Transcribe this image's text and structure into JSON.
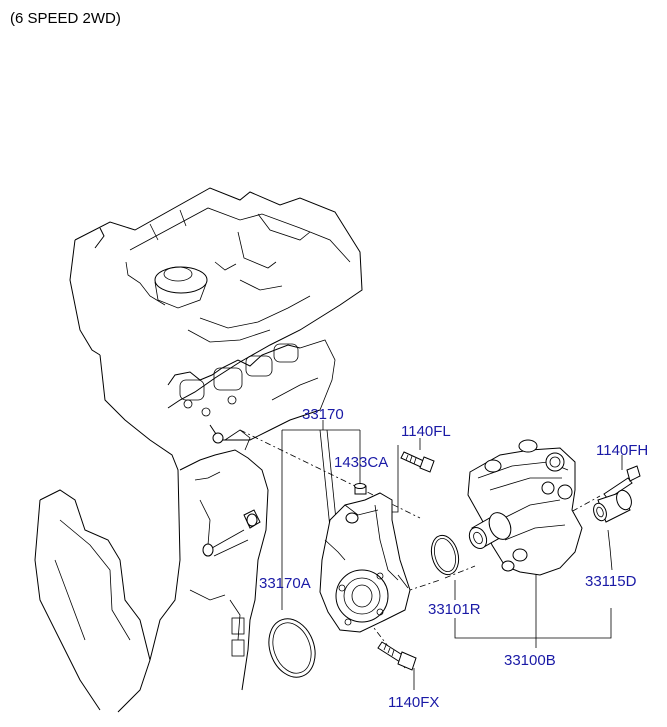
{
  "title": "(6 SPEED 2WD)",
  "labels": {
    "p33170": "33170",
    "p1140FL": "1140FL",
    "p1433CA": "1433CA",
    "p1140FH": "1140FH",
    "p33170A": "33170A",
    "p33101R": "33101R",
    "p33115D": "33115D",
    "p33100B": "33100B",
    "p1140FX": "1140FX"
  },
  "colors": {
    "label": "#1a1aa6",
    "line": "#000000"
  }
}
